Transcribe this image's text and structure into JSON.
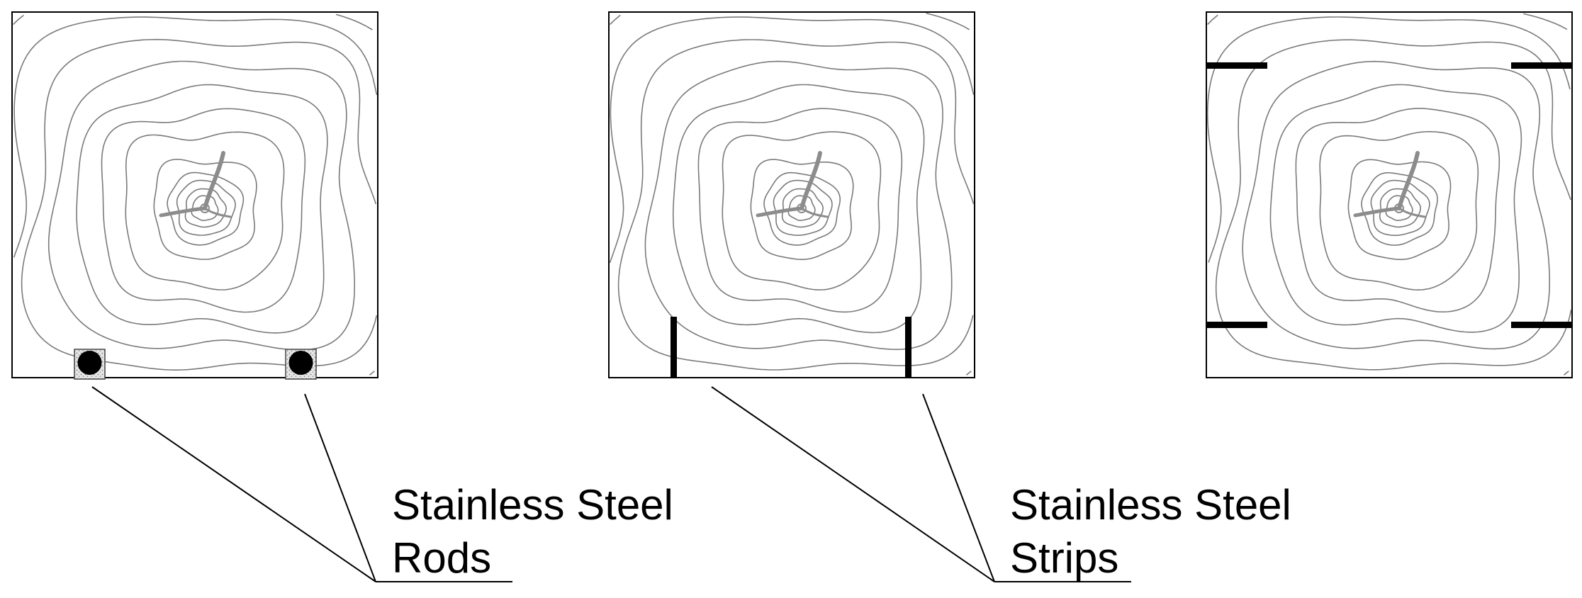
{
  "colors": {
    "background": "#ffffff",
    "outline": "#000000",
    "contour": "#7a7a7a",
    "crack": "#8c8c8c",
    "steel": "#000000"
  },
  "panels": [
    {
      "id": "rods",
      "reinforcement": "circular rods near bottom edge"
    },
    {
      "id": "strips-vertical",
      "reinforcement": "vertical strips near bottom edge"
    },
    {
      "id": "strips-horizontal",
      "reinforcement": "horizontal strips at left and right edges"
    }
  ],
  "callouts": [
    {
      "id": "rods",
      "line1": "Stainless Steel",
      "line2": "Rods"
    },
    {
      "id": "strips",
      "line1": "Stainless Steel",
      "line2": "Strips"
    }
  ]
}
